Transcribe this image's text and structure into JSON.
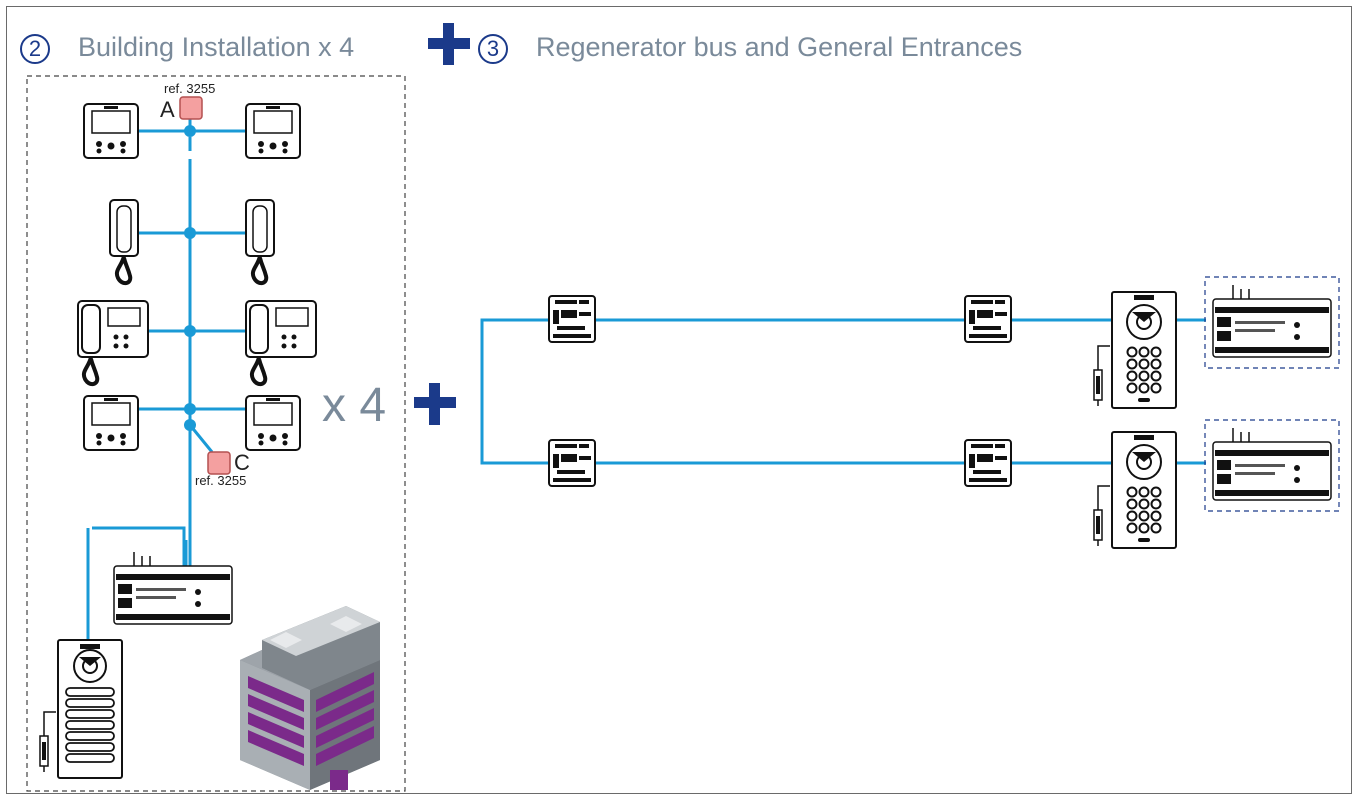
{
  "header": {
    "step2_number": "2",
    "step2_title": "Building Installation x 4",
    "step3_number": "3",
    "step3_title": "Regenerator bus and General Entrances"
  },
  "building": {
    "multiplier": "x 4",
    "ref_top": "ref. 3255",
    "ref_bottom": "ref. 3255",
    "label_a": "A",
    "label_c": "C"
  },
  "colors": {
    "bus": "#1a9ad6",
    "accent": "#1b3a8a",
    "header_text": "#7a8a9a",
    "terminal": "#f4a0a0",
    "building_purple": "#7b2a8a"
  }
}
